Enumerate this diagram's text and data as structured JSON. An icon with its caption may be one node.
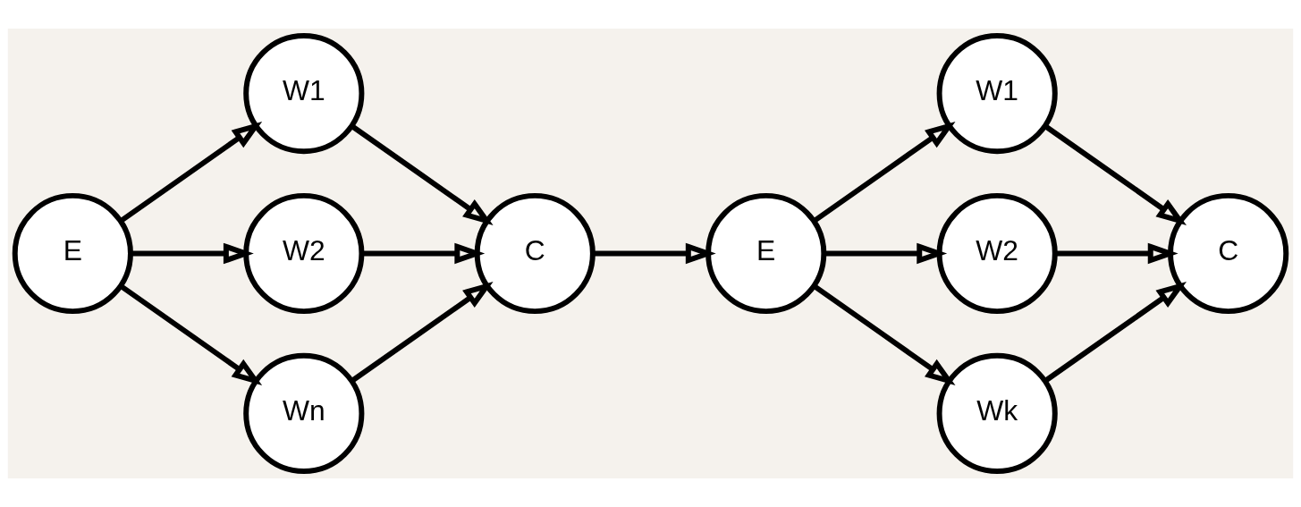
{
  "diagram": {
    "nodes": [
      {
        "text": [
          "E"
        ]
      },
      {
        "text": [
          "W1"
        ]
      },
      {
        "text": [
          "W2"
        ]
      },
      {
        "text": [
          "Wn"
        ]
      },
      {
        "text": [
          "C"
        ]
      },
      {
        "text": [
          "E"
        ]
      },
      {
        "text": [
          "W1"
        ]
      },
      {
        "text": [
          "W2"
        ]
      },
      {
        "text": [
          "Wk"
        ]
      },
      {
        "text": [
          "C"
        ]
      }
    ],
    "edges": [
      {
        "from": 0,
        "to": 1,
        "arrow": "to"
      },
      {
        "from": 0,
        "to": 2,
        "arrow": "to"
      },
      {
        "from": 0,
        "to": 3,
        "arrow": "to"
      },
      {
        "from": 1,
        "to": 4,
        "arrow": "to"
      },
      {
        "from": 2,
        "to": 4,
        "arrow": "to"
      },
      {
        "from": 3,
        "to": 4,
        "arrow": "to"
      },
      {
        "from": 4,
        "to": 5,
        "arrow": "to"
      },
      {
        "from": 5,
        "to": 6,
        "arrow": "to"
      },
      {
        "from": 5,
        "to": 7,
        "arrow": "to"
      },
      {
        "from": 5,
        "to": 8,
        "arrow": "to"
      },
      {
        "from": 6,
        "to": 9,
        "arrow": "to"
      },
      {
        "from": 7,
        "to": 9,
        "arrow": "to"
      },
      {
        "from": 8,
        "to": 9,
        "arrow": "to"
      }
    ]
  }
}
